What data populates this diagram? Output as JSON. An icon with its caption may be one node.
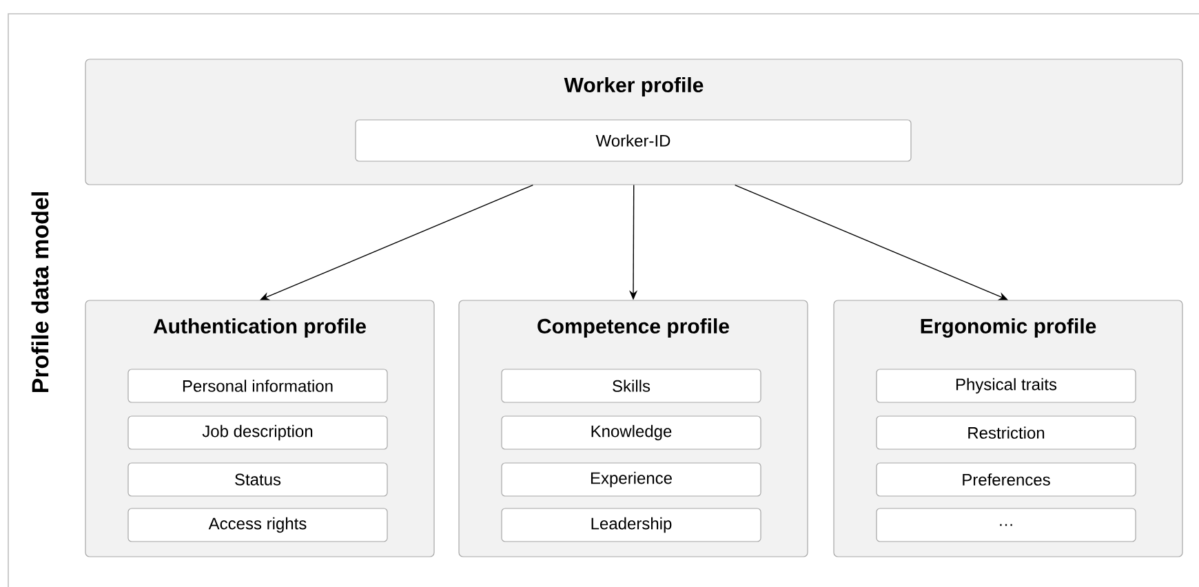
{
  "diagram": {
    "nodes": [
      {
        "text": [
          "Worker profile"
        ]
      },
      {
        "text": [
          "Worker-ID"
        ],
        "in": 0
      },
      {
        "text": [
          "Authentication profile"
        ]
      },
      {
        "text": [
          "Personal information"
        ],
        "in": 2
      },
      {
        "text": [
          "Job description"
        ],
        "in": 2
      },
      {
        "text": [
          "Status"
        ],
        "in": 2
      },
      {
        "text": [
          "Access rights"
        ],
        "in": 2
      },
      {
        "text": [
          "Competence profile"
        ]
      },
      {
        "text": [
          "Skills"
        ],
        "in": 7
      },
      {
        "text": [
          "Knowledge"
        ],
        "in": 7
      },
      {
        "text": [
          "Experience"
        ],
        "in": 7
      },
      {
        "text": [
          "Leadership"
        ],
        "in": 7
      },
      {
        "text": [
          "Ergonomic profile"
        ]
      },
      {
        "text": [
          "Physical traits"
        ],
        "in": 12
      },
      {
        "text": [
          "Restriction"
        ],
        "in": 12
      },
      {
        "text": [
          "Preferences"
        ],
        "in": 12
      },
      {
        "text": [
          "…"
        ],
        "in": 12
      }
    ],
    "edges": [
      {
        "from": 0,
        "to": 2,
        "arrow": "to"
      },
      {
        "from": 0,
        "to": 7,
        "arrow": "to"
      },
      {
        "from": 0,
        "to": 12,
        "arrow": "to"
      }
    ],
    "labels": [
      "Profile data model"
    ]
  }
}
